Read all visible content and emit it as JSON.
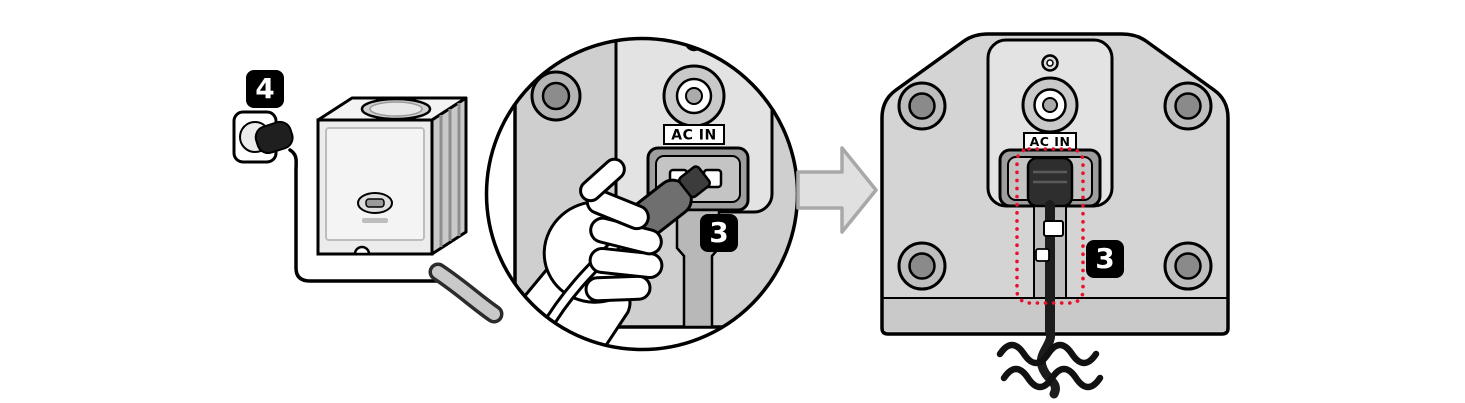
{
  "figure": {
    "badges": {
      "step4": "4",
      "step3_zoom": "3",
      "step3_panel": "3"
    },
    "labels": {
      "ac_in_zoom": "AC IN",
      "ac_in_panel": "AC IN"
    },
    "colors": {
      "outline": "#000000",
      "badge_bg": "#000000",
      "badge_text": "#ffffff",
      "panel_gray": "#d4d4d4",
      "molded_gray": "#e3e3e3",
      "recess_gray": "#9e9e9e",
      "cord_dark": "#1c1c1c",
      "highlight_red": "#e8112d",
      "arrow_fill": "#e0e0e0"
    }
  }
}
